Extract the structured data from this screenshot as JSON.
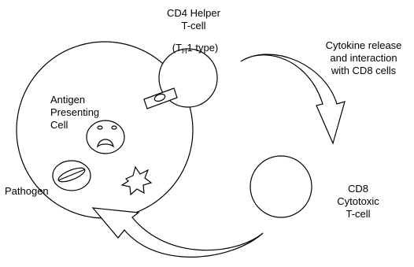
{
  "labels": {
    "cd4_line1": "CD4 Helper",
    "cd4_line2": "T-cell",
    "th1_prefix": "(T",
    "th1_sub": "H",
    "th1_suffix": "1 type)",
    "cytokine_line1": "Cytokine release",
    "cytokine_line2": "and interaction",
    "cytokine_line3": "with CD8 cells",
    "apc_line1": "Antigen",
    "apc_line2": "Presenting",
    "apc_line3": "Cell",
    "pathogen": "Pathogen",
    "cd8_line1": "CD8",
    "cd8_line2": "Cytotoxic",
    "cd8_line3": "T-cell"
  },
  "colors": {
    "stroke": "#000000",
    "fill": "#ffffff"
  },
  "icons": [
    "apc-cell-circle",
    "cd4-tcell-circle",
    "cd8-tcell-circle",
    "receptor-complex-icon",
    "nucleus-icon",
    "pathogen-icon",
    "antigen-burst-icon",
    "curved-arrow-top",
    "curved-arrow-bottom"
  ]
}
